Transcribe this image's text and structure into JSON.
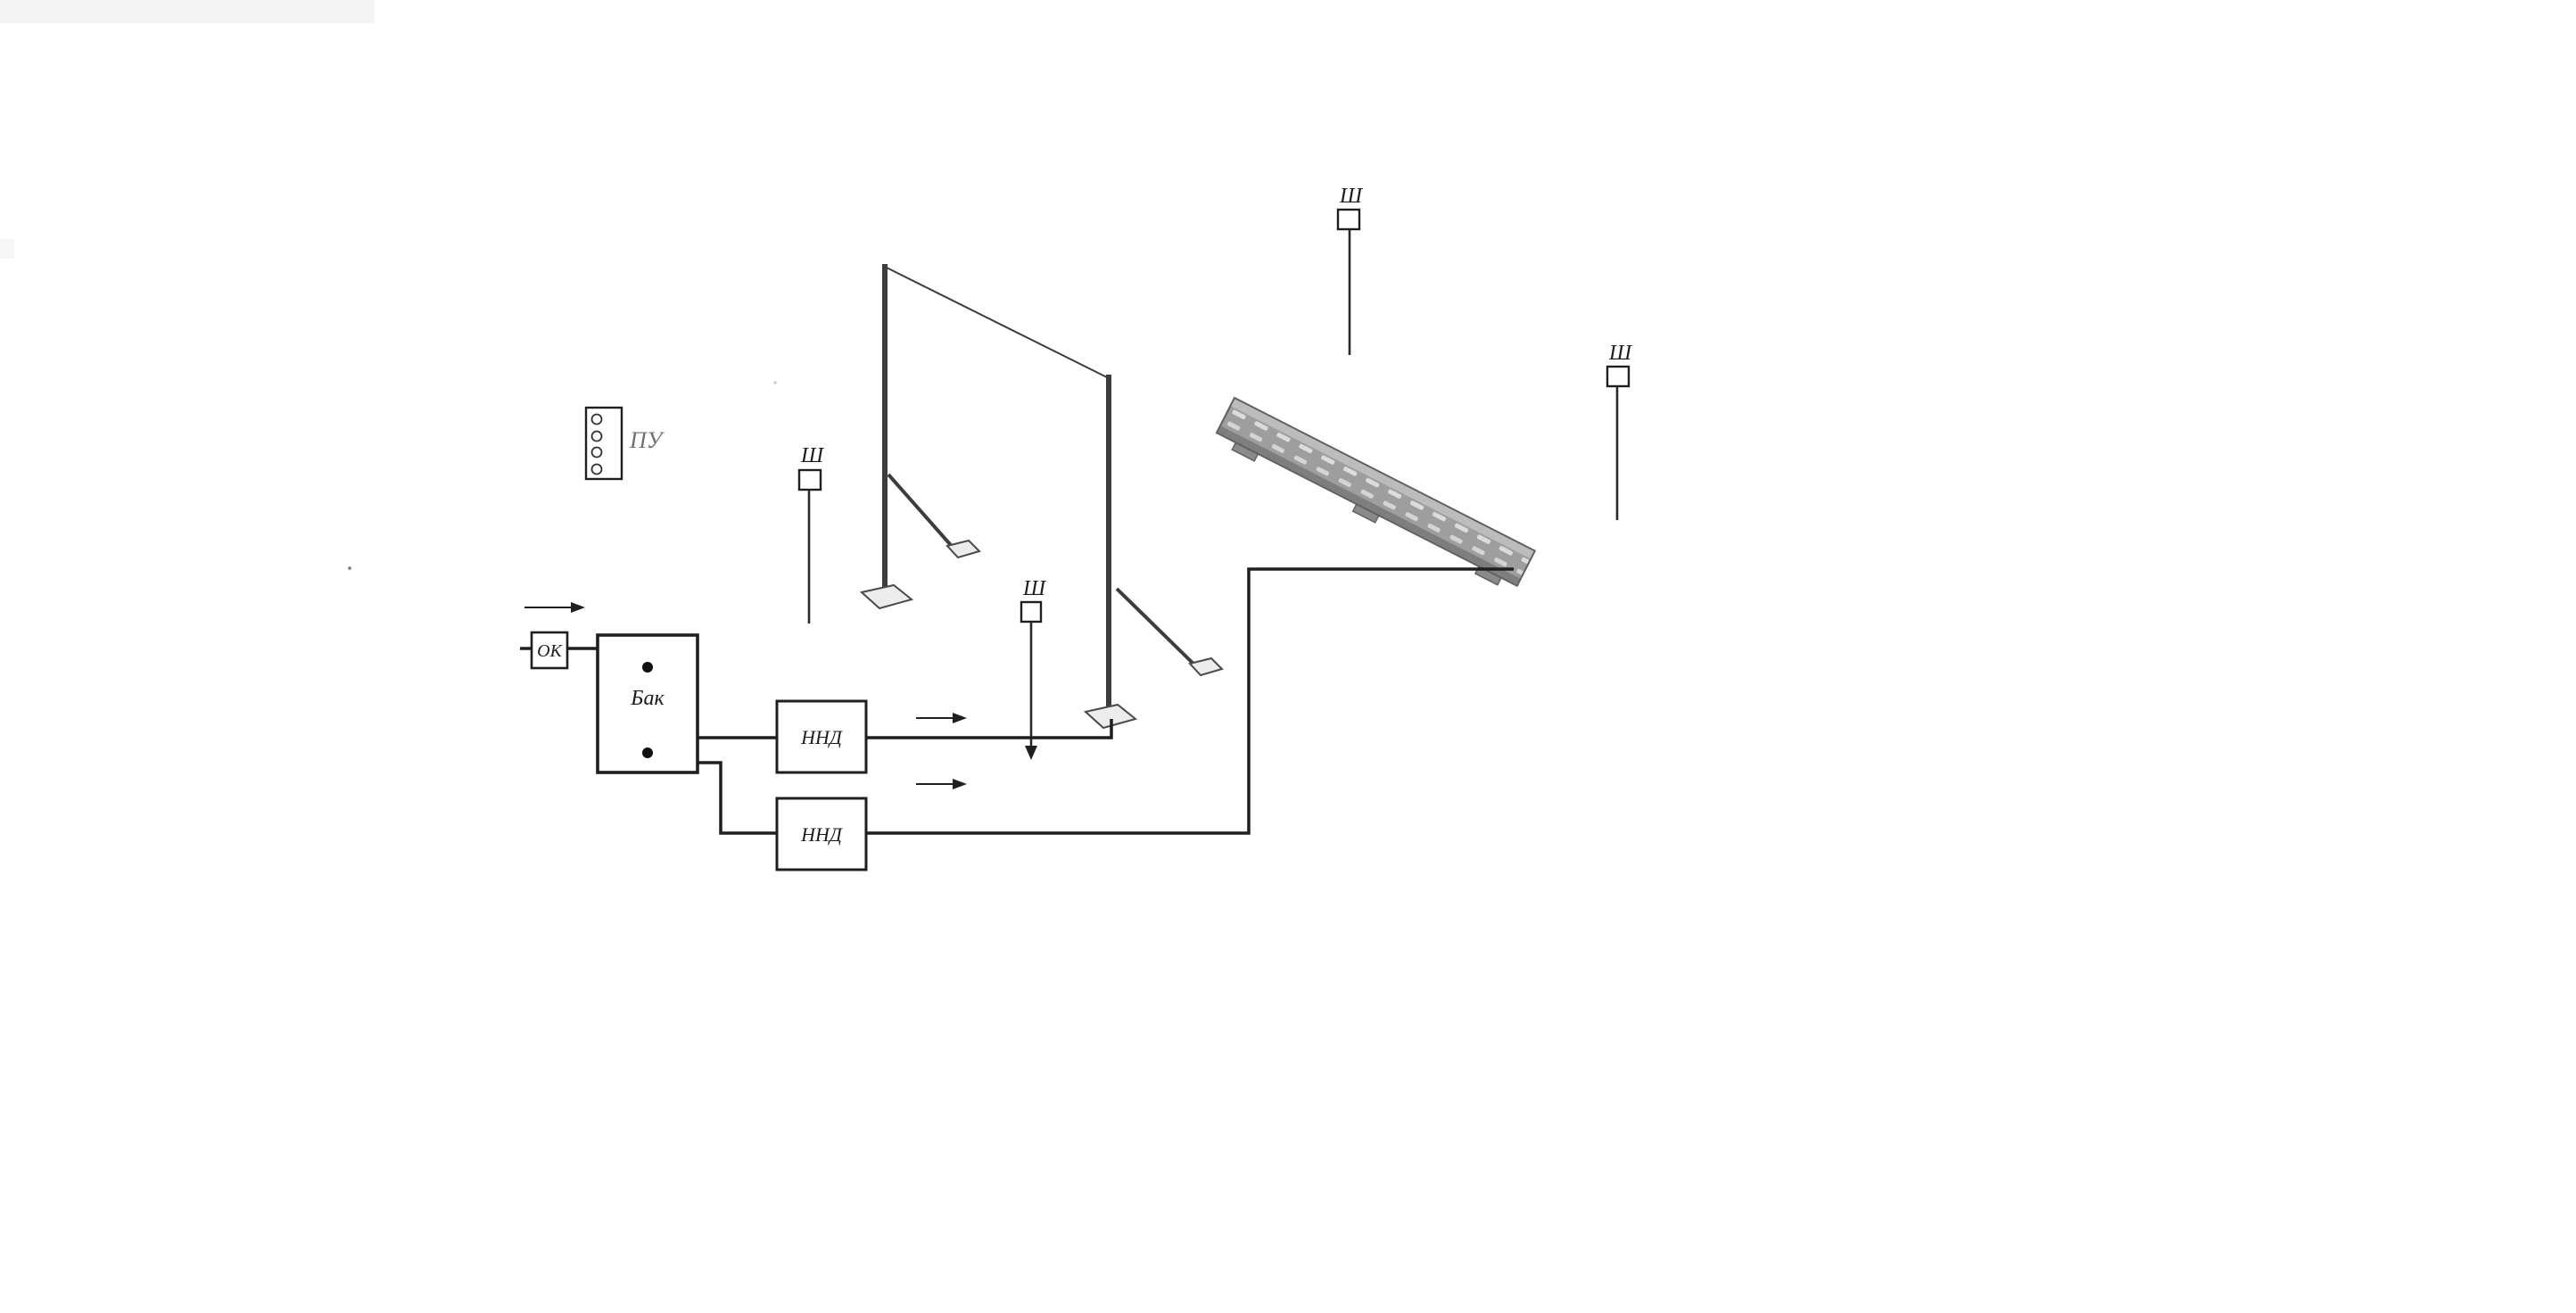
{
  "diagram": {
    "labels": {
      "control_unit": "ПУ",
      "check_valve": "ОК",
      "tank": "Бак",
      "pump_upper": "ННД",
      "pump_lower": "ННД"
    },
    "sensors": [
      {
        "label": "Ш"
      },
      {
        "label": "Ш"
      },
      {
        "label": "Ш"
      },
      {
        "label": "Ш"
      }
    ],
    "colors": {
      "line": "#1f1f1f",
      "frame": "#3d3d3d",
      "ramp_fill": "#9e9e9e",
      "ramp_stroke": "#5f5f5f",
      "background": "#ffffff"
    }
  }
}
